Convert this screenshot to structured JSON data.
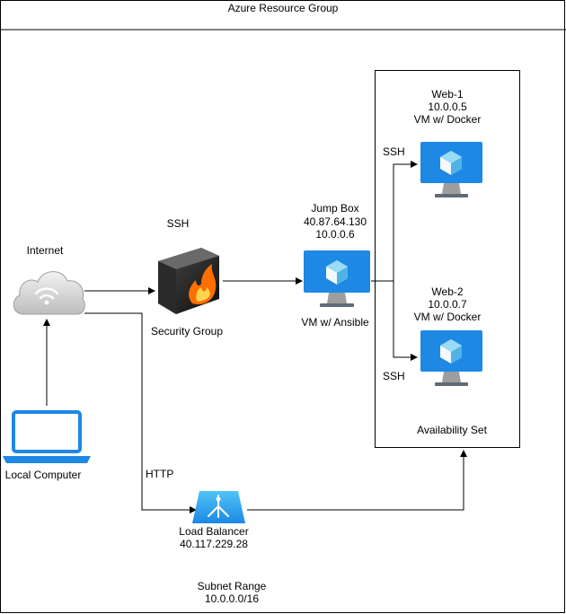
{
  "resource_group": {
    "title": "Azure Resource Group"
  },
  "internet": {
    "label": "Internet"
  },
  "local_computer": {
    "label": "Local Computer"
  },
  "security_group": {
    "protocol": "SSH",
    "label": "Security Group"
  },
  "jump_box": {
    "name": "Jump Box",
    "public_ip": "40.87.64.130",
    "private_ip": "10.0.0.6",
    "role": "VM w/ Ansible"
  },
  "web1": {
    "name": "Web-1",
    "ip": "10.0.0.5",
    "role": "VM w/ Docker",
    "protocol": "SSH"
  },
  "web2": {
    "name": "Web-2",
    "ip": "10.0.0.7",
    "role": "VM w/ Docker",
    "protocol": "SSH"
  },
  "availability_set": {
    "label": "Availability Set"
  },
  "http_link": {
    "label": "HTTP"
  },
  "load_balancer": {
    "name": "Load Balancer",
    "ip": "40.117.229.28"
  },
  "subnet": {
    "label": "Subnet Range",
    "range": "10.0.0.0/16"
  },
  "colors": {
    "vm_blue": "#1e88e5",
    "vm_blue_light": "#5eb3f0",
    "laptop_blue": "#1e88e5",
    "line": "#000000"
  }
}
